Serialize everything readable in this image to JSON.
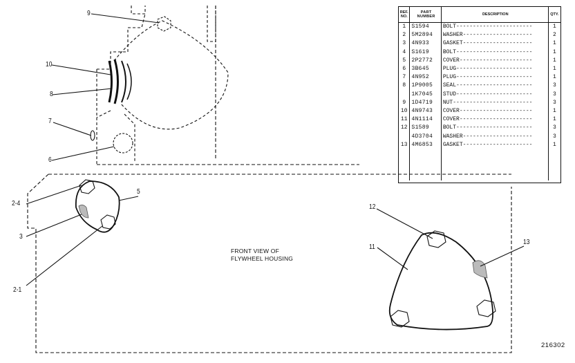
{
  "callouts": {
    "n9": "9",
    "n10": "10",
    "n8": "8",
    "n7": "7",
    "n6": "6",
    "n5": "5",
    "n2_4": "2-4",
    "n3": "3",
    "n2_1": "2-1",
    "n12": "12",
    "n11": "11",
    "n13": "13"
  },
  "caption": {
    "line1": "FRONT VIEW OF",
    "line2": "FLYWHEEL HOUSING"
  },
  "figure_number": "216302",
  "parts_table": {
    "headers": {
      "ref_no": "REF. NO.",
      "part_number": "PART NUMBER",
      "description": "DESCRIPTION",
      "qty": "QTY."
    },
    "rows": [
      {
        "ref": "1",
        "part": "S1594",
        "desc": "BOLT-----------------------",
        "qty": "1"
      },
      {
        "ref": "2",
        "part": "5M2894",
        "desc": "WASHER---------------------",
        "qty": "2"
      },
      {
        "ref": "3",
        "part": "4N933",
        "desc": "GASKET---------------------",
        "qty": "1"
      },
      {
        "ref": "4",
        "part": "S1619",
        "desc": "BOLT-----------------------",
        "qty": "1"
      },
      {
        "ref": "5",
        "part": "2P2772",
        "desc": "COVER----------------------",
        "qty": "1"
      },
      {
        "ref": "6",
        "part": "3B645",
        "desc": "PLUG-----------------------",
        "qty": "1"
      },
      {
        "ref": "7",
        "part": "4N952",
        "desc": "PLUG-----------------------",
        "qty": "1"
      },
      {
        "ref": "8",
        "part": "1P9005",
        "desc": "SEAL-----------------------",
        "qty": "3"
      },
      {
        "ref": "",
        "part": "1K7045",
        "desc": "STUD-----------------------",
        "qty": "3"
      },
      {
        "ref": "9",
        "part": "1D4719",
        "desc": "NUT------------------------",
        "qty": "3"
      },
      {
        "ref": "10",
        "part": "4N9743",
        "desc": "COVER----------------------",
        "qty": "1"
      },
      {
        "ref": "11",
        "part": "4N1114",
        "desc": "COVER----------------------",
        "qty": "1"
      },
      {
        "ref": "12",
        "part": "S1589",
        "desc": "BOLT-----------------------",
        "qty": "3"
      },
      {
        "ref": "",
        "part": "4D3704",
        "desc": "WASHER---------------------",
        "qty": "3"
      },
      {
        "ref": "13",
        "part": "4M6853",
        "desc": "GASKET---------------------",
        "qty": "1"
      }
    ]
  }
}
